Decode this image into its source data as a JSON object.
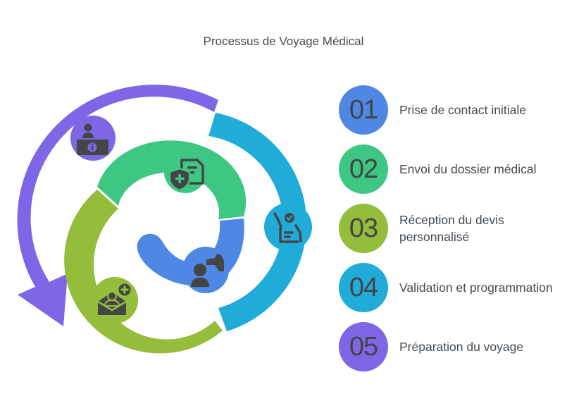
{
  "title": "Processus de Voyage Médical",
  "colors": {
    "step1": "#4f88e4",
    "step2": "#3ec783",
    "step3": "#93bd3b",
    "step4": "#20abd9",
    "step5": "#7e66e6",
    "icon": "#454545",
    "text": "#444b52"
  },
  "steps": [
    {
      "number": "01",
      "label": "Prise de contact initiale",
      "icon": "person-pointing-icon",
      "color": "#4f88e4"
    },
    {
      "number": "02",
      "label": "Envoi du dossier médical",
      "icon": "medical-document-shield-icon",
      "color": "#3ec783"
    },
    {
      "number": "03",
      "label": "Réception du devis personnalisé",
      "icon": "envelope-person-plus-icon",
      "color": "#93bd3b"
    },
    {
      "number": "04",
      "label": "Validation et programmation",
      "icon": "checklist-approval-icon",
      "color": "#20abd9"
    },
    {
      "number": "05",
      "label": "Préparation du voyage",
      "icon": "info-desk-icon",
      "color": "#7e66e6"
    }
  ]
}
